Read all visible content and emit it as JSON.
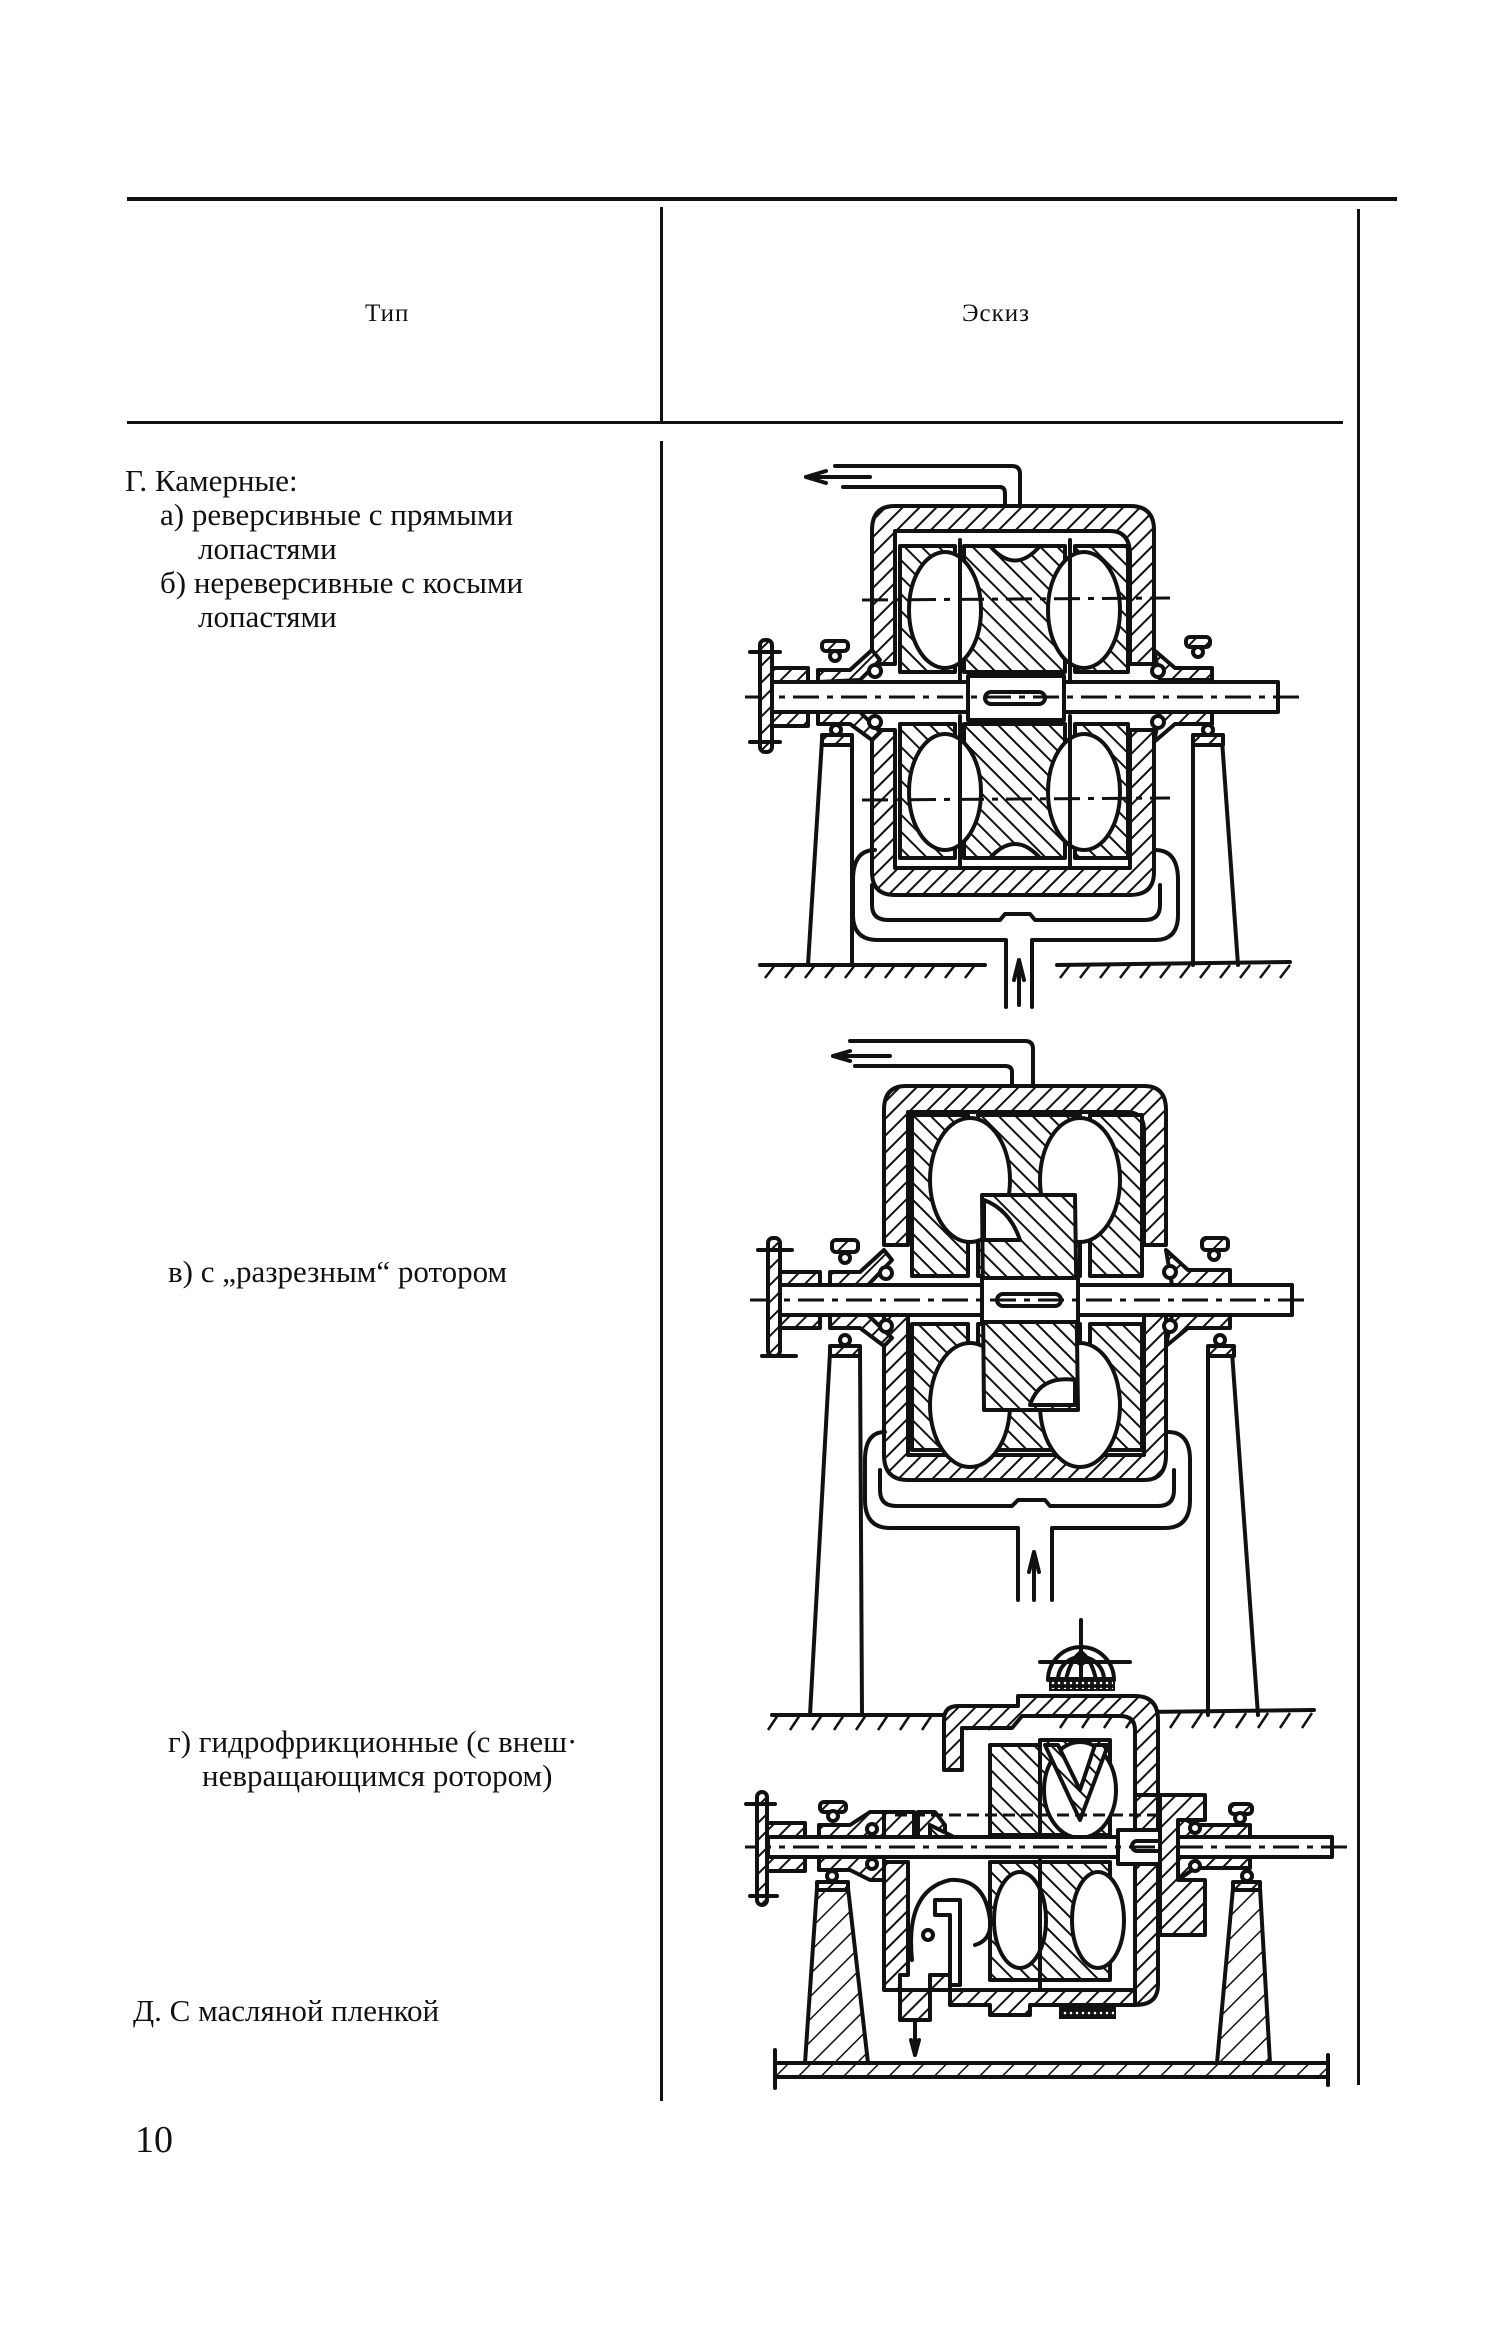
{
  "table": {
    "headers": {
      "type_col": "Тип",
      "sketch_col": "Эскиз"
    },
    "rows": [
      {
        "group": "Г. Камерные:",
        "items": [
          {
            "line1": "а) реверсивные  с  прямыми",
            "line2": "лопастями"
          },
          {
            "line1": "б) нереверсивные  с  косыми",
            "line2": "лопастями"
          }
        ],
        "sketch": "chamber-coupling-reversible"
      },
      {
        "item": "в) с  „разрезным“  ротором",
        "sketch": "chamber-coupling-split-rotor"
      },
      {
        "item_line1": "г) гидрофрикционные (с внеш·",
        "item_line2": "невращающимся  ротором)",
        "sketch": "hydro-friction-coupling"
      },
      {
        "group": "Д. С  масляной  пленкой"
      }
    ]
  },
  "page_number": "10"
}
